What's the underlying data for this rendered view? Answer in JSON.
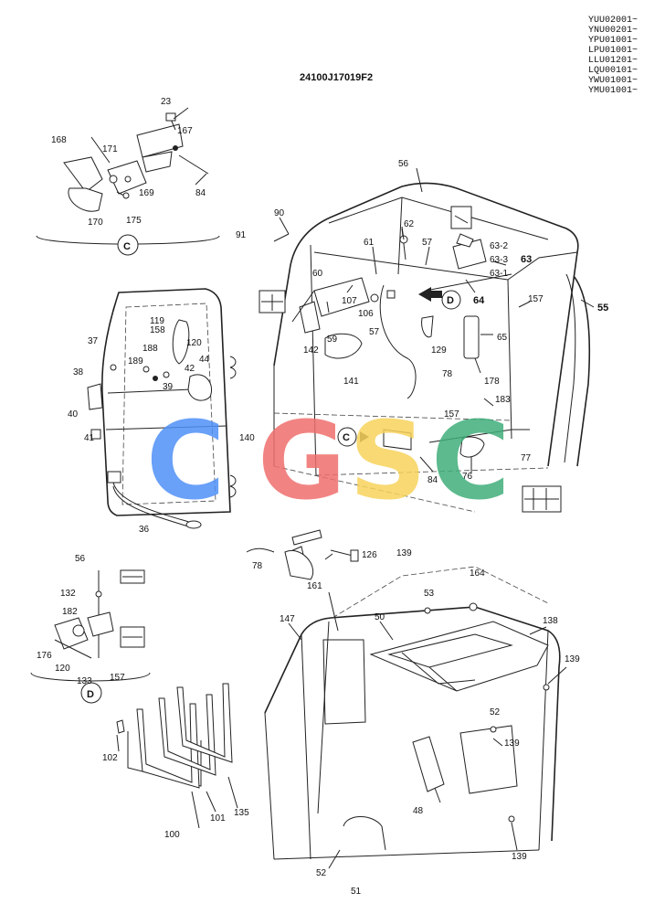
{
  "header": {
    "drawing_code": "24100J17019F2",
    "serials": [
      "YUU02001~",
      "YNU00201~",
      "YPU01001~",
      "LPU01001~",
      "LLU01201~",
      "LQU00101~",
      "YWU01001~",
      "YMU01001~"
    ]
  },
  "detail_views": {
    "c": "C",
    "d": "D"
  },
  "watermark": {
    "letters": [
      "C",
      "G",
      "S",
      "C"
    ],
    "colors": [
      "#4f8ff7",
      "#ef6f6c",
      "#f7d25a",
      "#3fae7a"
    ]
  },
  "part_labels": [
    "23",
    "167",
    "168",
    "171",
    "169",
    "84",
    "175",
    "170",
    "56",
    "90",
    "91",
    "62",
    "61",
    "57",
    "63-2",
    "63-3",
    "63-1",
    "63",
    "64",
    "157",
    "55",
    "60",
    "107",
    "106",
    "57",
    "142",
    "59",
    "141",
    "65",
    "129",
    "78",
    "178",
    "183",
    "119",
    "158",
    "120",
    "37",
    "188",
    "44",
    "189",
    "42",
    "38",
    "39",
    "40",
    "41",
    "36",
    "140",
    "157",
    "77",
    "76",
    "84",
    "126",
    "161",
    "78",
    "56",
    "132",
    "182",
    "176",
    "120",
    "133",
    "157",
    "139",
    "164",
    "53",
    "147",
    "50",
    "138",
    "139",
    "52",
    "139",
    "48",
    "102",
    "100",
    "101",
    "135",
    "52",
    "51",
    "139"
  ]
}
